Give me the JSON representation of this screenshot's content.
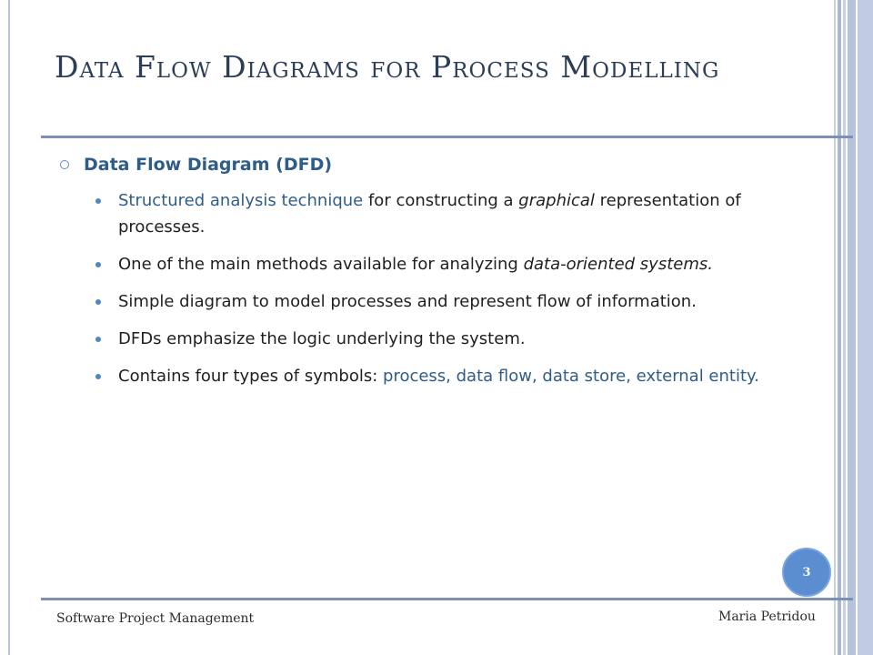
{
  "slide": {
    "title": "Data Flow Diagrams for Process Modelling",
    "heading": "Data Flow Diagram (DFD)",
    "bullets": [
      {
        "blue_part": "Structured analysis technique",
        "normal_part": " for constructing a ",
        "italic_part": "graphical",
        "end_part": " representation of processes."
      },
      {
        "normal_part": "One of the main methods available for analyzing ",
        "italic_part": "data-oriented systems."
      },
      {
        "normal_part": "Simple diagram to model processes and represent flow of information."
      },
      {
        "normal_part": "DFDs emphasize the logic underlying the system."
      },
      {
        "normal_part": "Contains four types of symbols: ",
        "blue_part": "process, data flow, data store, external entity."
      }
    ],
    "page_number": "3",
    "footer_left": "Software Project Management",
    "footer_right": "Maria Petridou"
  },
  "colors": {
    "title": "#2b3d57",
    "accent_blue": "#2f5d8a",
    "badge": "#5b8ed1",
    "rule": "#7d8fb8"
  }
}
